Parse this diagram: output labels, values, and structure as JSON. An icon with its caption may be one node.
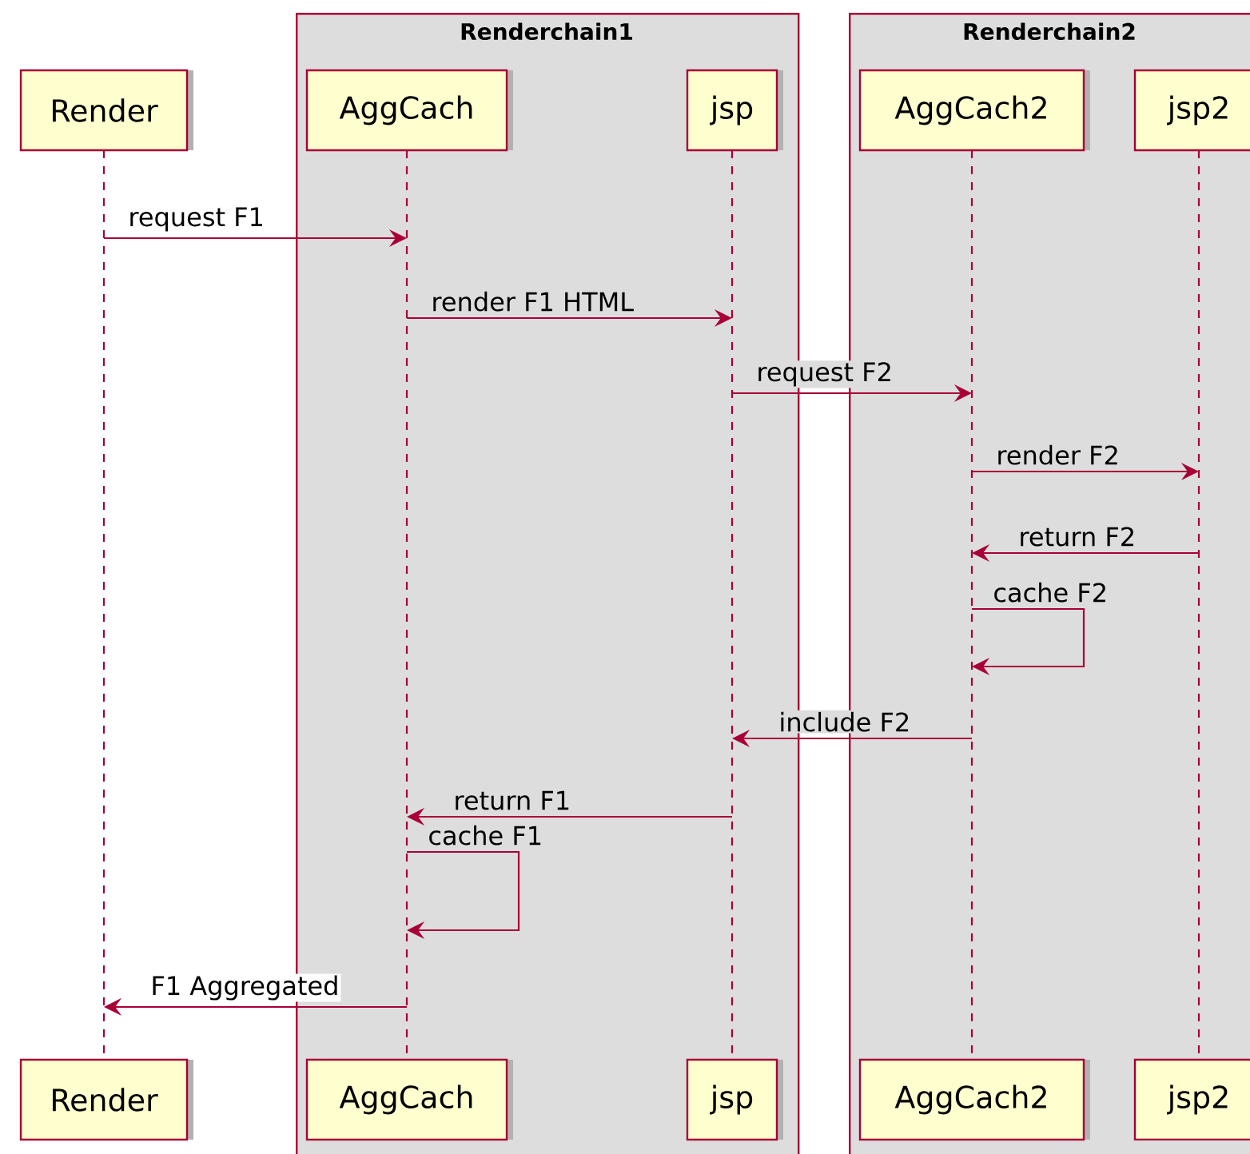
{
  "diagram": {
    "nodes": [
      {
        "text": [
          "Render",
          "Render"
        ]
      },
      {
        "text": [
          "Renderchain1"
        ]
      },
      {
        "text": [
          "AggCach",
          "AggCach"
        ],
        "in": 1
      },
      {
        "text": [
          "jsp",
          "jsp"
        ],
        "in": 1
      },
      {
        "text": [
          "Renderchain2"
        ]
      },
      {
        "text": [
          "AggCach2",
          "AggCach2"
        ],
        "in": 4
      },
      {
        "text": [
          "jsp2",
          "jsp2"
        ],
        "in": 4
      }
    ],
    "edges": [
      {
        "from": 0,
        "to": 2,
        "arrow": "to",
        "label": "request F1"
      },
      {
        "from": 2,
        "to": 3,
        "arrow": "to",
        "label": "render F1 HTML"
      },
      {
        "from": 3,
        "to": 5,
        "arrow": "to",
        "label": "request F2"
      },
      {
        "from": 5,
        "to": 6,
        "arrow": "to",
        "label": "render F2"
      },
      {
        "from": 6,
        "to": 5,
        "arrow": "to",
        "label": "return F2"
      },
      {
        "from": 5,
        "to": 5,
        "arrow": "to",
        "label": "cache F2"
      },
      {
        "from": 5,
        "to": 3,
        "arrow": "to",
        "label": "include F2"
      },
      {
        "from": 3,
        "to": 2,
        "arrow": "to",
        "label": "return F1"
      },
      {
        "from": 2,
        "to": 2,
        "arrow": "to",
        "label": "cache F1"
      },
      {
        "from": 2,
        "to": 0,
        "arrow": "to",
        "label": "F1 Aggregated"
      }
    ]
  }
}
